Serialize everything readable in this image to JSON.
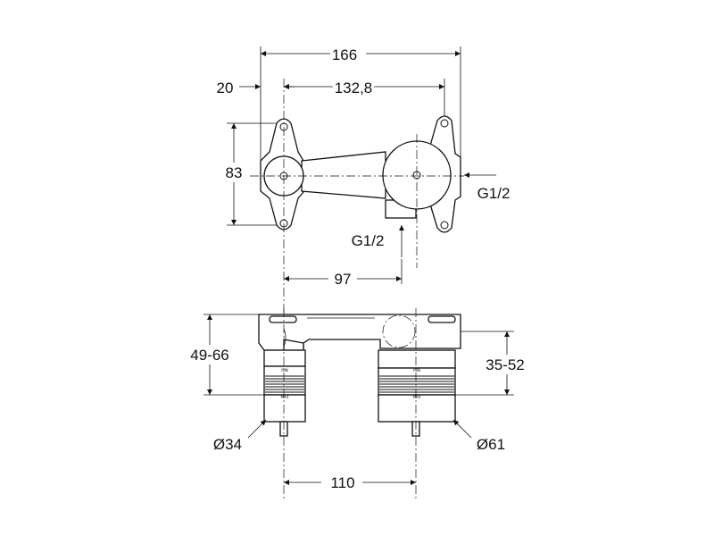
{
  "dimensions": {
    "overall_width": "166",
    "offset": "20",
    "inlet_spacing": "132,8",
    "height": "83",
    "inlet_offset": "97",
    "depth_left": "49-66",
    "depth_right": "35-52",
    "diameter_left": "Ø34",
    "diameter_right": "Ø61",
    "bottom_spacing": "110"
  },
  "connections": {
    "right_inlet": "G1/2",
    "bottom_inlet": "G1/2"
  },
  "sleeve_marks": {
    "min": "MIN",
    "max": "MAX"
  }
}
